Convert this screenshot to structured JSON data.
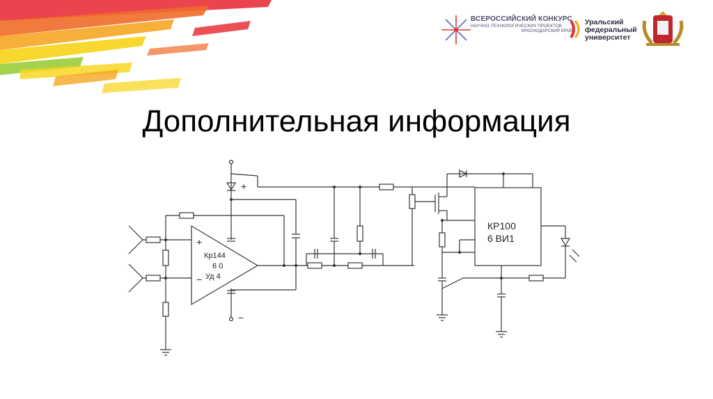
{
  "slide": {
    "title": "Дополнительная информация"
  },
  "header": {
    "contest": {
      "line1": "ВСЕРОССИЙСКИЙ КОНКУРС",
      "line2": "НАУЧНО-ТЕХНОЛОГИЧЕСКИХ ПРОЕКТОВ",
      "line3": "КРАСНОДАРСКИЙ КРАЙ"
    },
    "university": {
      "line1": "Уральский",
      "line2": "федеральный",
      "line3": "университет"
    }
  },
  "schematic": {
    "opamp_label": [
      "Кр144",
      "6 0",
      "Уд 4"
    ],
    "chip_label": [
      "КР100",
      "6 ВИ1"
    ],
    "plus_in": "+",
    "minus_in": "−",
    "supply_plus": "+",
    "supply_minus": "−"
  },
  "colors": {
    "title": "#000000",
    "stripe_red": "#e8313a",
    "stripe_orange": "#f5a623",
    "stripe_yellow": "#f7d417",
    "stripe_green": "#9bcd3a",
    "accent": "#e3342f"
  }
}
